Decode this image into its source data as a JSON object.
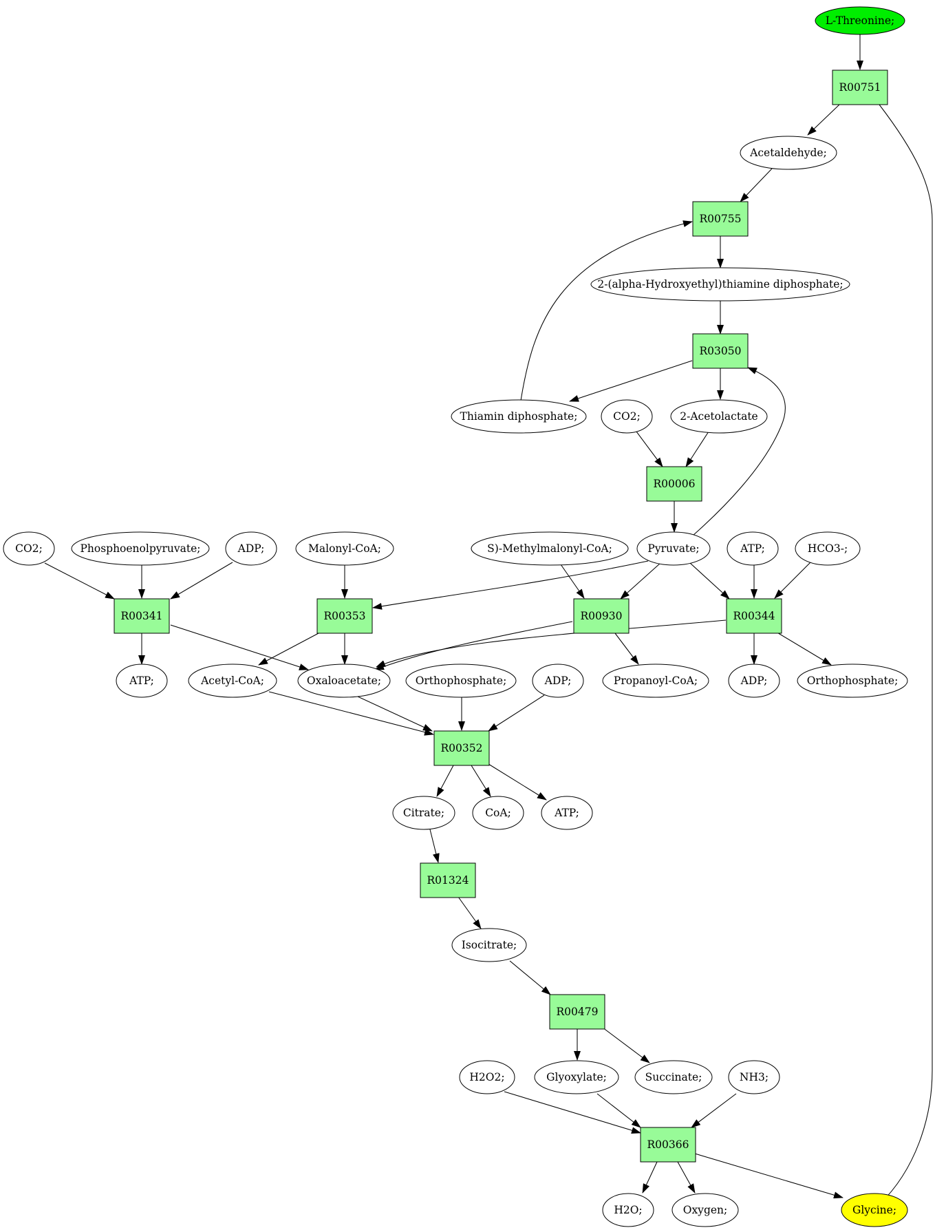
{
  "colors": {
    "reaction_fill": "#98fb98",
    "start_fill": "#00ee00",
    "end_fill": "#ffff00",
    "compound_fill": "#ffffff",
    "stroke": "#000000"
  },
  "nodes": {
    "l_threonine": "L-Threonine;",
    "r00751": "R00751",
    "acetaldehyde": "Acetaldehyde;",
    "r00755": "R00755",
    "hydroxyethyl_tpp": "2-(alpha-Hydroxyethyl)thiamine diphosphate;",
    "r03050": "R03050",
    "thiamin_diphosphate": "Thiamin diphosphate;",
    "co2_a": "CO2;",
    "acetolactate": "2-Acetolactate",
    "r00006": "R00006",
    "co2_b": "CO2;",
    "phosphoenolpyruvate": "Phosphoenolpyruvate;",
    "adp_a": "ADP;",
    "malonyl_coa": "Malonyl-CoA;",
    "methylmalonyl_coa": "S)-Methylmalonyl-CoA;",
    "pyruvate": "Pyruvate;",
    "atp_a": "ATP;",
    "hco3": "HCO3-;",
    "r00341": "R00341",
    "r00353": "R00353",
    "r00930": "R00930",
    "r00344": "R00344",
    "atp_b": "ATP;",
    "acetyl_coa": "Acetyl-CoA;",
    "oxaloacetate": "Oxaloacetate;",
    "orthophosphate_a": "Orthophosphate;",
    "adp_b": "ADP;",
    "propanoyl_coa": "Propanoyl-CoA;",
    "adp_c": "ADP;",
    "orthophosphate_b": "Orthophosphate;",
    "r00352": "R00352",
    "citrate": "Citrate;",
    "coa": "CoA;",
    "atp_c": "ATP;",
    "r01324": "R01324",
    "isocitrate": "Isocitrate;",
    "r00479": "R00479",
    "h2o2": "H2O2;",
    "glyoxylate": "Glyoxylate;",
    "succinate": "Succinate;",
    "nh3": "NH3;",
    "r00366": "R00366",
    "h2o": "H2O;",
    "oxygen": "Oxygen;",
    "glycine": "Glycine;"
  }
}
